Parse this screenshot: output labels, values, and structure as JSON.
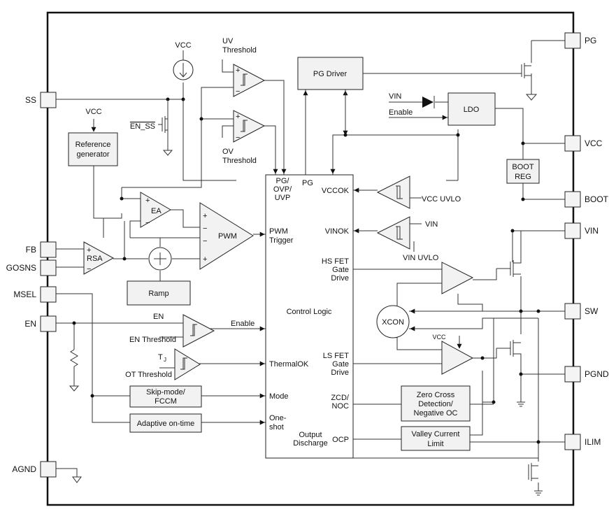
{
  "pins": {
    "ss": "SS",
    "fb": "FB",
    "gosns": "GOSNS",
    "msel": "MSEL",
    "en": "EN",
    "agnd": "AGND",
    "pg": "PG",
    "vcc": "VCC",
    "boot": "BOOT",
    "vin": "VIN",
    "sw": "SW",
    "pgnd": "PGND",
    "ilim": "ILIM"
  },
  "blocks": {
    "ref_gen_1": "Reference",
    "ref_gen_2": "generator",
    "pg_driver": "PG Driver",
    "ldo": "LDO",
    "boot_reg_1": "BOOT",
    "boot_reg_2": "REG",
    "ramp": "Ramp",
    "skip_1": "Skip-mode/",
    "skip_2": "FCCM",
    "adaptive": "Adaptive on-time",
    "zero_cross_1": "Zero Cross",
    "zero_cross_2": "Detection/",
    "zero_cross_3": "Negative OC",
    "valley_1": "Valley Current",
    "valley_2": "Limit",
    "control_logic": "Control Logic",
    "xcon": "XCON"
  },
  "amps": {
    "ea": "EA",
    "rsa": "RSA",
    "pwm": "PWM"
  },
  "labels": {
    "vcc_top": "VCC",
    "vcc_ref": "VCC",
    "en_ss": "EN_SS",
    "uv_threshold_1": "UV",
    "uv_threshold_2": "Threshold",
    "ov_threshold_1": "OV",
    "ov_threshold_2": "Threshold",
    "vin_ldo": "VIN",
    "enable_ldo": "Enable",
    "vcc_uvlo": "VCC UVLO",
    "vin_uvlo_in": "VIN",
    "vin_uvlo": "VIN UVLO",
    "en_sig": "EN",
    "en_threshold": "EN Threshold",
    "tj": "T",
    "tj_sub": "J",
    "ot_threshold": "OT Threshold",
    "vcc_ls": "VCC"
  },
  "logic_ports": {
    "pg_ovp_uvp_1": "PG/",
    "pg_ovp_uvp_2": "OVP/",
    "pg_ovp_uvp_3": "UVP",
    "pg": "PG",
    "vccok": "VCCOK",
    "vinok": "VINOK",
    "pwm_trigger_1": "PWM",
    "pwm_trigger_2": "Trigger",
    "hs_fet_1": "HS FET",
    "hs_fet_2": "Gate",
    "hs_fet_3": "Drive",
    "enable": "Enable",
    "thermalok": "ThermalOK",
    "ls_fet_1": "LS FET",
    "ls_fet_2": "Gate",
    "ls_fet_3": "Drive",
    "mode": "Mode",
    "zcd_noc_1": "ZCD/",
    "zcd_noc_2": "NOC",
    "one_shot_1": "One-",
    "one_shot_2": "shot",
    "output_discharge_1": "Output",
    "output_discharge_2": "Discharge",
    "ocp": "OCP"
  }
}
